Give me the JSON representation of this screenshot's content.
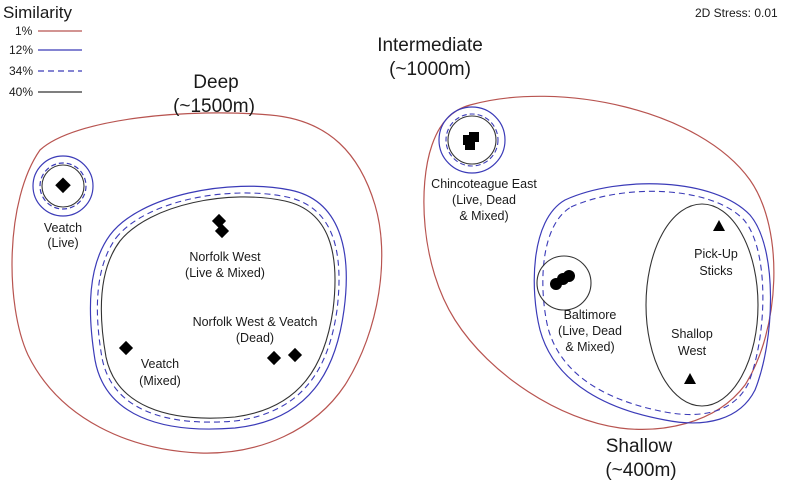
{
  "stress_label": "2D Stress: 0.01",
  "legend": {
    "title": "Similarity",
    "items": [
      {
        "label": "1%",
        "color": "#b85450",
        "style": "solid"
      },
      {
        "label": "12%",
        "color": "#3b3bb8",
        "style": "solid"
      },
      {
        "label": "34%",
        "color": "#3b3bb8",
        "style": "dashed"
      },
      {
        "label": "40%",
        "color": "#333333",
        "style": "solid"
      }
    ]
  },
  "groups": {
    "deep": {
      "line1": "Deep",
      "line2": "(~1500m)"
    },
    "intermediate": {
      "line1": "Intermediate",
      "line2": "(~1000m)"
    },
    "shallow": {
      "line1": "Shallow",
      "line2": "(~400m)"
    }
  },
  "labels": {
    "veatch_live": [
      "Veatch",
      "(Live)"
    ],
    "norfolk_west": [
      "Norfolk West",
      "(Live & Mixed)"
    ],
    "norfolk_veatch": [
      "Norfolk West & Veatch",
      "(Dead)"
    ],
    "veatch_mixed": [
      "Veatch",
      "(Mixed)"
    ],
    "chincoteague": [
      "Chincoteague East",
      "(Live, Dead",
      "& Mixed)"
    ],
    "baltimore": [
      "Baltimore",
      "(Live, Dead",
      "& Mixed)"
    ],
    "pickup": [
      "Pick-Up",
      "Sticks"
    ],
    "shallop": [
      "Shallop",
      "West"
    ]
  },
  "symbols": {
    "diamond": "diamond-marker",
    "square": "square-marker",
    "circle": "circle-marker",
    "triangle": "triangle-marker"
  }
}
